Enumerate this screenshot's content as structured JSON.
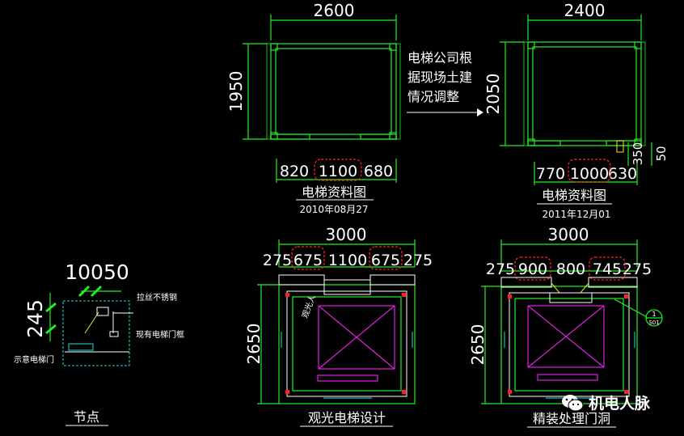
{
  "plan1": {
    "width": "2600",
    "height": "1950",
    "seg_left": "820",
    "seg_door": "1100",
    "seg_right": "680",
    "title": "电梯资料图",
    "date": "2010年08月27"
  },
  "note": {
    "line1": "电梯公司根",
    "line2": "据现场土建",
    "line3": "情况调整"
  },
  "plan2": {
    "width": "2400",
    "height": "2050",
    "seg_left": "770",
    "seg_door": "1000",
    "seg_right": "630",
    "side_a": "350",
    "side_b": "50",
    "title": "电梯资料图",
    "date": "2011年12月01"
  },
  "node": {
    "top": "10050",
    "left": "245",
    "label1": "拉丝不锈钢",
    "label2": "现有电梯门框",
    "label3": "示意电梯门",
    "title": "节点"
  },
  "design1": {
    "width": "3000",
    "height": "2650",
    "seg1": "275",
    "seg2": "675",
    "seg3": "1100",
    "seg4": "675",
    "seg5": "275",
    "side_label": "观光人",
    "title": "观光电梯设计"
  },
  "design2": {
    "width": "3000",
    "height": "2650",
    "seg1": "275",
    "seg2": "900",
    "seg3": "800",
    "seg4": "745",
    "seg5": "275",
    "callout_top": "1",
    "callout_bot": "S01",
    "title": "精装处理门洞"
  },
  "watermark": {
    "text": "机电人脉",
    "icon": "wechat-icon"
  }
}
